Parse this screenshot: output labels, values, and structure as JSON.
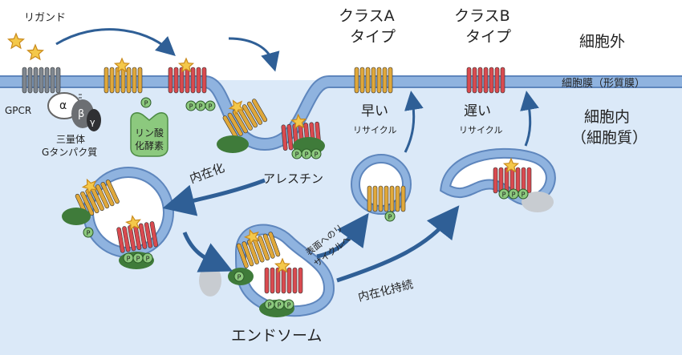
{
  "labels": {
    "ligand": "リガンド",
    "gpcr": "GPCR",
    "alpha": "α",
    "beta": "β",
    "gamma": "γ",
    "trimer_line1": "三量体",
    "trimer_line2": "Gタンパク質",
    "kinase_line1": "リン酸",
    "kinase_line2": "化酵素",
    "arrestin": "アレスチン",
    "internalization": "内在化",
    "endosome": "エンドソーム",
    "recycle_line1": "表面へのリ",
    "recycle_line2": "サイクルへ",
    "sustained": "内在化持続",
    "class_a_line1": "クラスA",
    "class_a_line2": "タイプ",
    "class_b_line1": "クラスB",
    "class_b_line2": "タイプ",
    "fast": "早い",
    "slow": "遅い",
    "recycle_word": "リサイクル",
    "extracellular": "細胞外",
    "membrane": "細胞膜（形質膜）",
    "intracellular_line1": "細胞内",
    "intracellular_line2": "（細胞質）",
    "p": "P"
  },
  "colors": {
    "cytoplasm": "#dbe9f8",
    "membrane": "#8fb3df",
    "membrane_edge": "#5e86bd",
    "gpcr_gray": "#7f8790",
    "class_a": "#e0a83a",
    "class_b": "#d94a4f",
    "arrestin": "#3f7b3a",
    "kinase": "#8cc97e",
    "star": "#f4c84a",
    "arrow": "#2f5f96"
  }
}
